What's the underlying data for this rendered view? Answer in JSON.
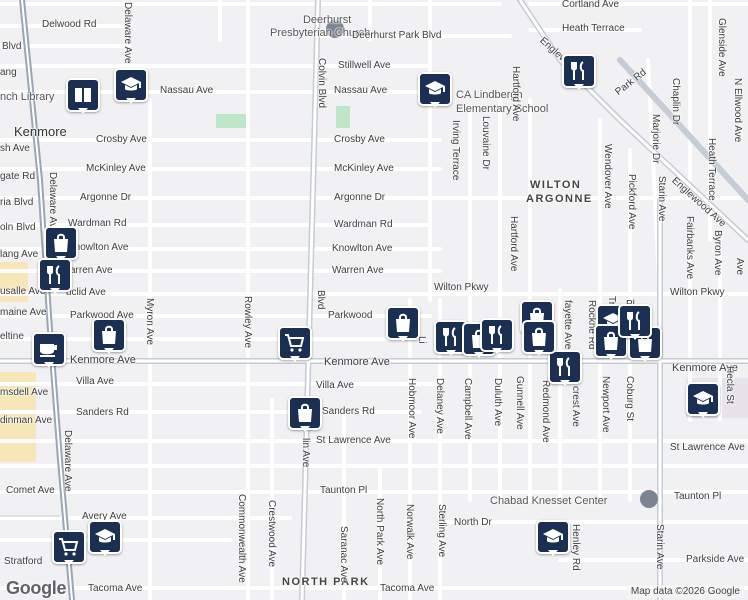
{
  "map": {
    "neighborhoods": {
      "kenmore": "Kenmore",
      "wilton": "WILTON",
      "argonne": "ARGONNE",
      "north_park": "NORTH PARK"
    },
    "pois": {
      "church": "Deerhurst Presbyterian Church",
      "church_l1": "Deerhurst",
      "church_l2": "Presbyterian Church",
      "library": "nch Library",
      "school": "CA Lindbergh Elementary School",
      "school_l1": "CA Lindbergh",
      "school_l2": "Elementary School",
      "chabad": "Chabad Knesset Center"
    },
    "streets": {
      "cortland": "Cortland Ave",
      "heath_terrace_top": "Heath Terrace",
      "delwood": "Delwood Rd",
      "blvd_left": "Blvd",
      "deerhurst_park": "Deerhurst Park Blvd",
      "stillwell": "Stillwell Ave",
      "nassau_left": "Nassau Ave",
      "nassau_right": "Nassau Ave",
      "crosby_left": "Crosby Ave",
      "crosby_right": "Crosby Ave",
      "mckinley_left": "McKinley Ave",
      "mckinley_right": "McKinley Ave",
      "argonne_left": "Argonne Dr",
      "argonne_right": "Argonne Dr",
      "wardman_left": "Wardman Rd",
      "wardman_right": "Wardman Rd",
      "knowlton_left": "Knowlton Ave",
      "knowlton_right": "Knowlton Ave",
      "warren_left": "arren Ave",
      "warren_right": "Warren Ave",
      "euclid": "uclid Ave",
      "wilton_pkwy": "Wilton Pkwy",
      "wilton_pkwy_right": "Wilton Pkwy",
      "parkwood_left": "Parkwood Ave",
      "parkwood_right": "Parkwood",
      "kenmore_ave": "Kenmore Ave",
      "kenmore_ave_mid": "Kenmore Ave",
      "kenmore_ave_right": "Kenmore Ave",
      "villa": "Villa Ave",
      "sanders_left": "Sanders Rd",
      "sanders_right": "Sanders Rd",
      "st_lawrence": "St Lawrence Ave",
      "st_lawrence_right": "St Lawrence Ave",
      "taunton": "Taunton Pl",
      "taunton_right": "Taunton Pl",
      "comet": "Comet Ave",
      "avery": "Avery Ave",
      "north_dr": "North Dr",
      "stratford": "Stratford",
      "tacoma_left": "Tacoma Ave",
      "tacoma_right": "Tacoma Ave",
      "parkside": "Parkside Ave",
      "lincoln": "oln Blvd",
      "elt": "eltine",
      "maine": "maine Ave",
      "usalle": "usalle Ave",
      "lang": "lang Ave",
      "sdell": "msdell Ave",
      "inman": "dinman Ave",
      "ish": "sh Ave",
      "gate": "gate Rd",
      "ria": "ria Blvd",
      "ang_top": "ang",
      "colvin": "Colvin Blvd",
      "colvin_low": "Blvd",
      "delaware_top": "Delaware Ave",
      "delaware_mid": "Delaware Ave",
      "delaware_bot": "Delaware Ave",
      "myron": "Myron Ave",
      "rowley": "Rowley Ave",
      "commonwealth": "Commonwealth Ave",
      "crestwood": "Crestwood Ave",
      "saranac": "Saranac Ave",
      "north_park_ave": "North Park Ave",
      "norwalk": "Norwalk Ave",
      "hobmoor": "Hobmoor Ave",
      "sterling": "Sterling Ave",
      "delaney": "Delaney Ave",
      "campbell": "Campbell Ave",
      "duluth": "Duluth Ave",
      "gunnell": "Gunnell Ave",
      "redmond": "Redmond Ave",
      "lafayette": "fayette Ave",
      "rockne": "Rockne Rd",
      "crest": "crest Ave",
      "newport": "Newport Ave",
      "coburg": "Coburg St",
      "irving": "Irving Terrace",
      "louvaine": "Louvaine Dr",
      "hartford_top": "Hartford Ave",
      "hartford_mid": "Hartford Ave",
      "wendover": "Wendover Ave",
      "pickford": "Pickford Ave",
      "starin_top": "Starin Ave",
      "starin_bot": "Starin Ave",
      "fairbanks": "Fairbanks Ave",
      "byron": "Byron Ave",
      "heath_terrace_right": "Heath Terrace",
      "glenside": "Glenside Ave",
      "elmwood": "N Ellwood Ave",
      "englewood_top": "Englewood Ave",
      "englewood": "Englewood Ave",
      "park_rd": "Park Rd",
      "chaplin": "Chaplin Dr",
      "marjorie": "Marjorie Dr",
      "hecla": "Hecla St",
      "henley": "Henley Rd",
      "tr": "Tr",
      "pl": "Pl",
      "li": "Li",
      "ln_ave": "lin Ave",
      "ave_right": "Ave"
    },
    "footer": {
      "google": "Google",
      "map_data": "Map data ©2026 Google"
    },
    "colors": {
      "pin": "#1a2f52",
      "road": "#ffffff",
      "background": "#f1f0f3",
      "park": "#bde7c8",
      "commercial": "#f6e6b8",
      "major_road": "#aab3bf"
    },
    "markers": [
      {
        "type": "school",
        "icon": "school-icon"
      },
      {
        "type": "library",
        "icon": "library-icon"
      },
      {
        "type": "school",
        "icon": "school-icon"
      },
      {
        "type": "restaurant",
        "icon": "restaurant-icon"
      },
      {
        "type": "shopping",
        "icon": "shopping-bag-icon"
      },
      {
        "type": "restaurant",
        "icon": "restaurant-icon"
      },
      {
        "type": "shopping",
        "icon": "shopping-bag-icon"
      },
      {
        "type": "cafe",
        "icon": "cafe-icon"
      },
      {
        "type": "grocery",
        "icon": "shopping-cart-icon"
      },
      {
        "type": "shopping",
        "icon": "shopping-bag-icon"
      },
      {
        "type": "restaurant",
        "icon": "restaurant-icon"
      },
      {
        "type": "shopping",
        "icon": "shopping-bag-icon"
      },
      {
        "type": "restaurant",
        "icon": "restaurant-icon"
      },
      {
        "type": "shopping",
        "icon": "shopping-bag-icon"
      },
      {
        "type": "school",
        "icon": "school-icon"
      },
      {
        "type": "shopping",
        "icon": "shopping-bag-icon"
      },
      {
        "type": "restaurant",
        "icon": "restaurant-icon"
      },
      {
        "type": "shopping",
        "icon": "shopping-bag-icon"
      },
      {
        "type": "shopping",
        "icon": "shopping-bag-icon"
      },
      {
        "type": "restaurant",
        "icon": "restaurant-icon"
      },
      {
        "type": "school",
        "icon": "school-icon"
      },
      {
        "type": "shopping",
        "icon": "shopping-bag-icon"
      },
      {
        "type": "grocery",
        "icon": "shopping-cart-icon"
      },
      {
        "type": "school",
        "icon": "school-icon"
      },
      {
        "type": "school",
        "icon": "school-icon"
      }
    ]
  }
}
